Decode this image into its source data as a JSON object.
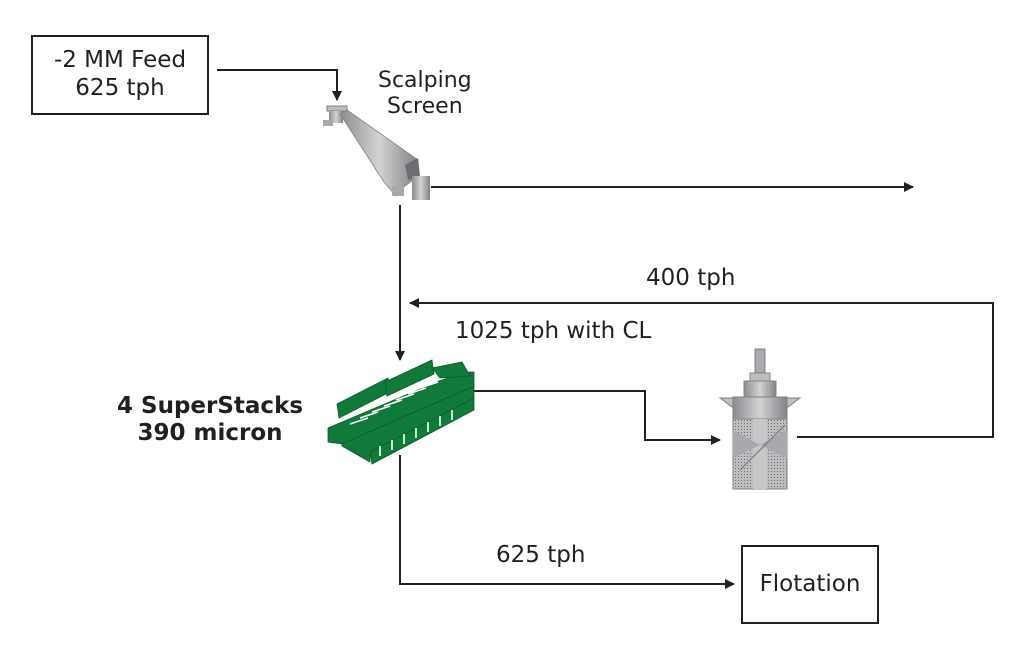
{
  "diagram": {
    "feed": {
      "line1": "-2 MM Feed",
      "line2": "625 tph"
    },
    "scalping_screen": {
      "line1": "Scalping",
      "line2": "Screen"
    },
    "superstacks": {
      "line1": "4 SuperStacks",
      "line2": "390 micron"
    },
    "recycle_label": "400 tph",
    "combined_label": "1025 tph with CL",
    "undersize_label": "625 tph",
    "flotation": {
      "label": "Flotation"
    },
    "colors": {
      "stroke": "#231f20",
      "superstack_green": "#0f7a3a",
      "equipment_gray": "#a7a9ac"
    }
  }
}
